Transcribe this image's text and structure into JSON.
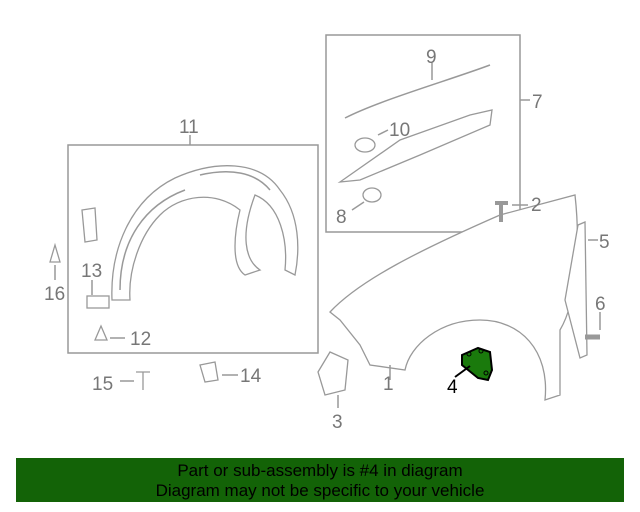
{
  "diagram": {
    "callouts": [
      "1",
      "2",
      "3",
      "4",
      "5",
      "6",
      "7",
      "8",
      "9",
      "10",
      "11",
      "12",
      "13",
      "14",
      "15",
      "16"
    ],
    "highlighted_part": "4",
    "highlight_color": "#1a7a0c"
  },
  "banner": {
    "line1": "Part or sub-assembly is #4 in diagram",
    "line2": "Diagram may not be specific to your vehicle",
    "background": "#136307"
  }
}
